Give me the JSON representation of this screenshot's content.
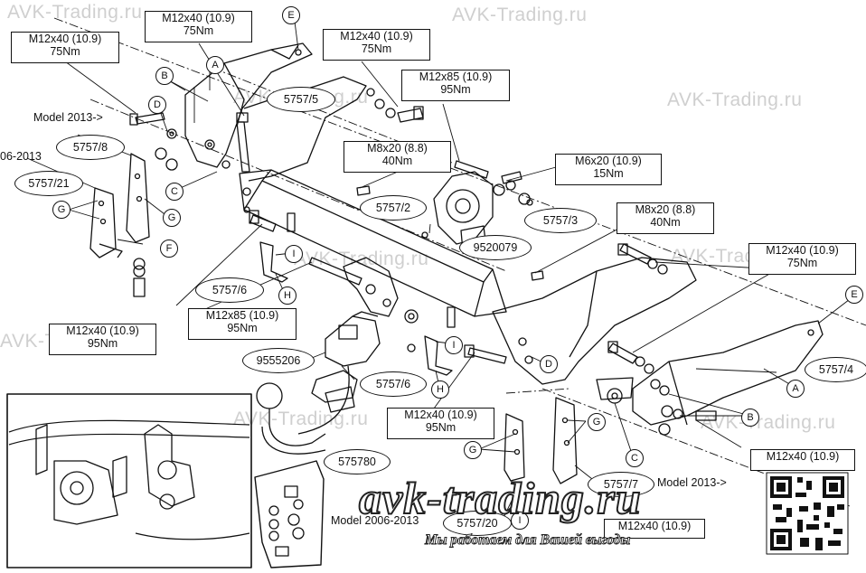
{
  "watermarks": {
    "w1": "AVK-Trading.ru",
    "w2": "AVK-Trading.ru",
    "w3": "AVK-Trading.ru",
    "w4": "AVK-Trading.ru",
    "w5": "AVK-Trading.ru",
    "w6": "AVK-Trading.ru",
    "w7": "AVK-Trading.ru",
    "w8": "AVK-Trading.ru",
    "w9": "AVK-Trading.ru"
  },
  "bolt_specs": {
    "b1": {
      "size": "M12x40 (10.9)",
      "torque": "75Nm"
    },
    "b2": {
      "size": "M12x40 (10.9)",
      "torque": "75Nm"
    },
    "b3": {
      "size": "M12x40 (10.9)",
      "torque": "75Nm"
    },
    "b4": {
      "size": "M12x85 (10.9)",
      "torque": "95Nm"
    },
    "b5": {
      "size": "M8x20 (8.8)",
      "torque": "40Nm"
    },
    "b6": {
      "size": "M6x20 (10.9)",
      "torque": "15Nm"
    },
    "b7": {
      "size": "M8x20 (8.8)",
      "torque": "40Nm"
    },
    "b8": {
      "size": "M12x40 (10.9)",
      "torque": "75Nm"
    },
    "b9": {
      "size": "M12x40 (10.9)",
      "torque": "95Nm"
    },
    "b10": {
      "size": "M12x85 (10.9)",
      "torque": "95Nm"
    },
    "b11": {
      "size": "M12x40 (10.9)",
      "torque": "95Nm"
    },
    "b12": {
      "size": "M12x40 (10.9)",
      "torque": ""
    },
    "b13": {
      "size": "M12x40 (10.9)",
      "torque": ""
    }
  },
  "part_numbers": {
    "p_5757_5": "5757/5",
    "p_5757_8": "5757/8",
    "p_5757_21": "5757/21",
    "p_5757_2": "5757/2",
    "p_5757_3": "5757/3",
    "p_9520079": "9520079",
    "p_5757_6a": "5757/6",
    "p_5757_6b": "5757/6",
    "p_9555206": "9555206",
    "p_5757_4": "5757/4",
    "p_575780": "575780",
    "p_5757_7": "5757/7",
    "p_5757_20": "5757/20"
  },
  "part_letters": {
    "a1": "A",
    "a2": "A",
    "b1": "B",
    "b2": "B",
    "c1": "C",
    "c2": "C",
    "d1": "D",
    "d2": "D",
    "e1": "E",
    "e2": "E",
    "f1": "F",
    "g1": "G",
    "g2": "G",
    "g3": "G",
    "g4": "G",
    "h1": "H",
    "h2": "H",
    "i1": "I",
    "i2": "I",
    "i3": "I"
  },
  "model_labels": {
    "m1": "Model 2013->",
    "m2": "06-2013",
    "m3": "Model 2013->",
    "m4": "Model 2006-2013"
  },
  "brand": {
    "logo": "avk-trading.ru",
    "slogan": "Мы работаем для Вашей выгоды"
  }
}
